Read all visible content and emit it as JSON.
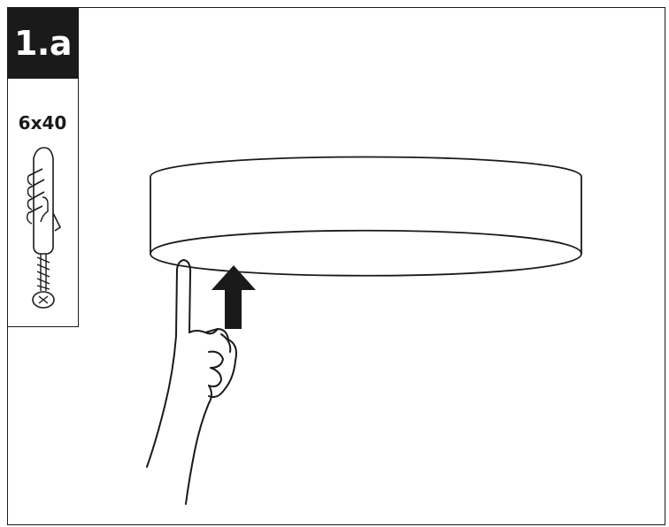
{
  "step": {
    "label": "1.a"
  },
  "parts": {
    "size_label": "6x40",
    "icon": "wall-plug-and-screw"
  },
  "illustration": {
    "lamp_icon": "round-ceiling-lamp",
    "hand_icon": "hand-pointing-up",
    "arrow_icon": "upward-arrow",
    "colors": {
      "line": "#1a1a1a",
      "badge_bg": "#1a1a1a",
      "badge_text": "#ffffff"
    }
  }
}
